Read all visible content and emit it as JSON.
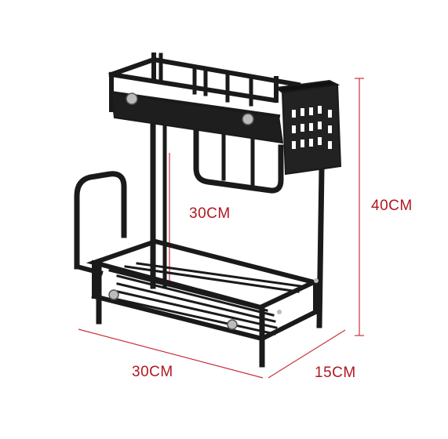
{
  "product": "Two-tier black metal kitchen storage rack",
  "dimensions": {
    "height": "40CM",
    "inner_depth": "30CM",
    "width": "30CM",
    "depth": "15CM"
  },
  "colors": {
    "background": "#ffffff",
    "metal": "#1a1a1a",
    "dimension_line": "#c0202a",
    "dimension_text": "#b01820"
  }
}
